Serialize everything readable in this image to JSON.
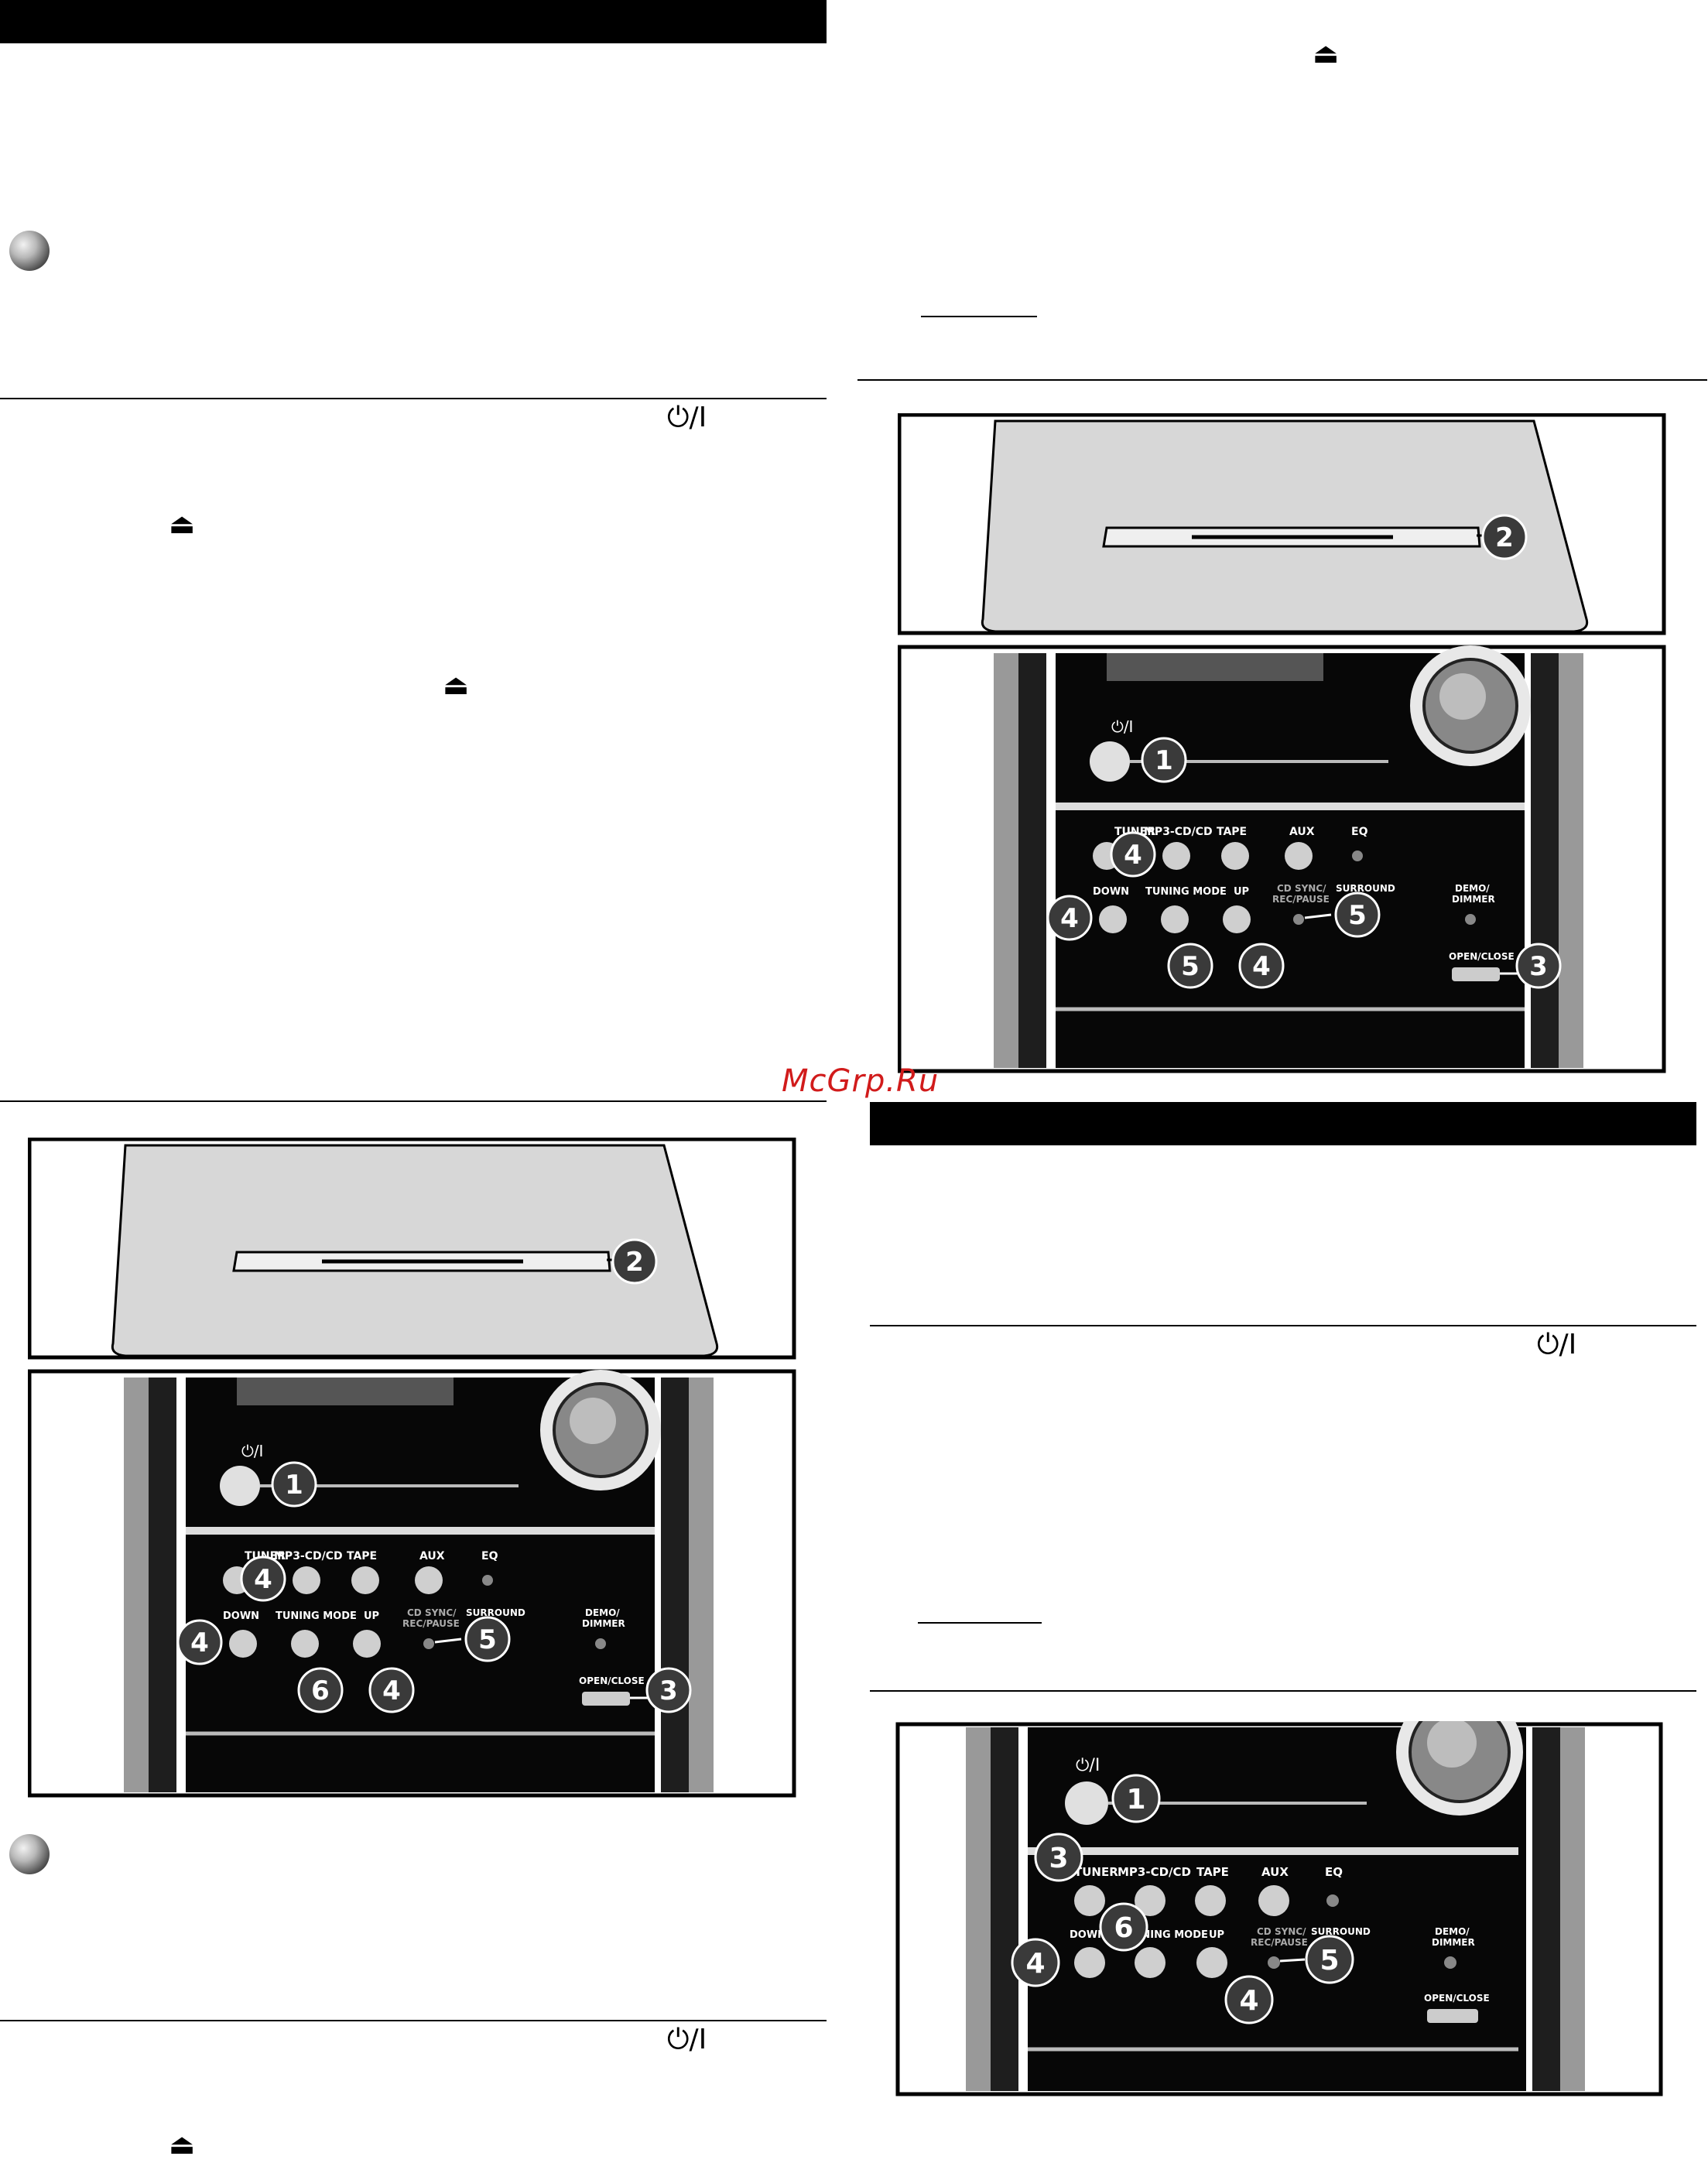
{
  "symbols": {
    "power": "⏻/I",
    "eject": "⏏"
  },
  "watermark": "McGrp.Ru",
  "panel": {
    "power_symbol": "⏻/I",
    "buttons": {
      "tuner": "TUNER",
      "mp3cd": "MP3-CD/CD",
      "tape": "TAPE",
      "aux": "AUX",
      "eq": "EQ",
      "down": "DOWN",
      "tuning_mode": "TUNING MODE",
      "up": "UP",
      "cd_sync": "CD SYNC/",
      "rec_pause": "REC/PAUSE",
      "surround": "SURROUND",
      "demo": "DEMO/",
      "dimmer": "DIMMER",
      "open_close": "OPEN/CLOSE"
    }
  },
  "callouts": {
    "fig1": [
      "2",
      "1",
      "4",
      "4",
      "6",
      "4",
      "5",
      "3"
    ],
    "fig2": [
      "2",
      "1",
      "4",
      "4",
      "5",
      "4",
      "5",
      "3"
    ],
    "fig3": [
      "1",
      "3",
      "6",
      "4",
      "5",
      "4"
    ]
  }
}
